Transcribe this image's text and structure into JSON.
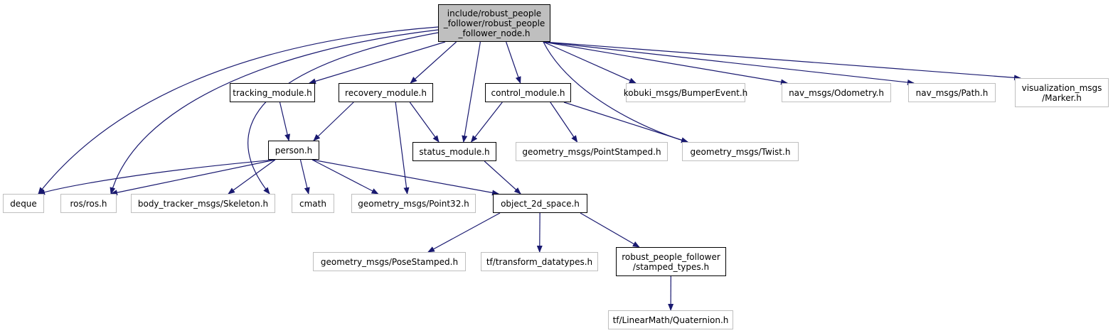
{
  "diagram": {
    "colors": {
      "edge": "#191970",
      "root_fill": "#bfbfbf",
      "local_border": "#000000",
      "external_border": "#bfbfbf"
    },
    "nodes": [
      {
        "id": "root",
        "label": "include/robust_people\n_follower/robust_people\n_follower_node.h",
        "kind": "root"
      },
      {
        "id": "tracking",
        "label": "tracking_module.h",
        "kind": "local"
      },
      {
        "id": "recovery",
        "label": "recovery_module.h",
        "kind": "local"
      },
      {
        "id": "control",
        "label": "control_module.h",
        "kind": "local"
      },
      {
        "id": "kobuki",
        "label": "kobuki_msgs/BumperEvent.h",
        "kind": "external"
      },
      {
        "id": "odometry",
        "label": "nav_msgs/Odometry.h",
        "kind": "external"
      },
      {
        "id": "path",
        "label": "nav_msgs/Path.h",
        "kind": "external"
      },
      {
        "id": "marker",
        "label": "visualization_msgs\n/Marker.h",
        "kind": "external"
      },
      {
        "id": "person",
        "label": "person.h",
        "kind": "local"
      },
      {
        "id": "status",
        "label": "status_module.h",
        "kind": "local"
      },
      {
        "id": "pointstamped",
        "label": "geometry_msgs/PointStamped.h",
        "kind": "external"
      },
      {
        "id": "twist",
        "label": "geometry_msgs/Twist.h",
        "kind": "external"
      },
      {
        "id": "deque",
        "label": "deque",
        "kind": "external"
      },
      {
        "id": "ros",
        "label": "ros/ros.h",
        "kind": "external"
      },
      {
        "id": "skeleton",
        "label": "body_tracker_msgs/Skeleton.h",
        "kind": "external"
      },
      {
        "id": "cmath",
        "label": "cmath",
        "kind": "external"
      },
      {
        "id": "point32",
        "label": "geometry_msgs/Point32.h",
        "kind": "external"
      },
      {
        "id": "object2d",
        "label": "object_2d_space.h",
        "kind": "local"
      },
      {
        "id": "posestamped",
        "label": "geometry_msgs/PoseStamped.h",
        "kind": "external"
      },
      {
        "id": "tfdatatypes",
        "label": "tf/transform_datatypes.h",
        "kind": "external"
      },
      {
        "id": "stampedtypes",
        "label": "robust_people_follower\n/stamped_types.h",
        "kind": "local"
      },
      {
        "id": "quaternion",
        "label": "tf/LinearMath/Quaternion.h",
        "kind": "external"
      }
    ],
    "edges": [
      {
        "from": "root",
        "to": "tracking"
      },
      {
        "from": "root",
        "to": "recovery"
      },
      {
        "from": "root",
        "to": "control"
      },
      {
        "from": "root",
        "to": "status"
      },
      {
        "from": "root",
        "to": "kobuki"
      },
      {
        "from": "root",
        "to": "odometry"
      },
      {
        "from": "root",
        "to": "path"
      },
      {
        "from": "root",
        "to": "marker"
      },
      {
        "from": "root",
        "to": "deque"
      },
      {
        "from": "root",
        "to": "ros"
      },
      {
        "from": "root",
        "to": "skeleton"
      },
      {
        "from": "root",
        "to": "twist"
      },
      {
        "from": "tracking",
        "to": "person"
      },
      {
        "from": "recovery",
        "to": "person"
      },
      {
        "from": "recovery",
        "to": "point32"
      },
      {
        "from": "recovery",
        "to": "status"
      },
      {
        "from": "control",
        "to": "status"
      },
      {
        "from": "control",
        "to": "pointstamped"
      },
      {
        "from": "control",
        "to": "twist"
      },
      {
        "from": "person",
        "to": "deque"
      },
      {
        "from": "person",
        "to": "ros"
      },
      {
        "from": "person",
        "to": "skeleton"
      },
      {
        "from": "person",
        "to": "cmath"
      },
      {
        "from": "person",
        "to": "point32"
      },
      {
        "from": "person",
        "to": "object2d"
      },
      {
        "from": "status",
        "to": "object2d"
      },
      {
        "from": "object2d",
        "to": "posestamped"
      },
      {
        "from": "object2d",
        "to": "tfdatatypes"
      },
      {
        "from": "object2d",
        "to": "stampedtypes"
      },
      {
        "from": "stampedtypes",
        "to": "quaternion"
      }
    ]
  }
}
